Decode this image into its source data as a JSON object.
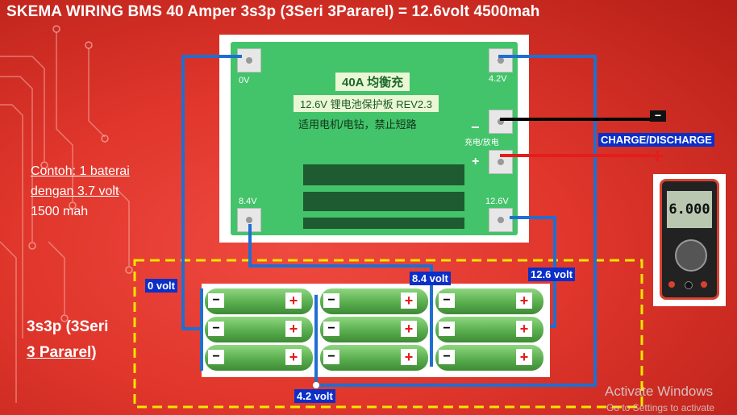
{
  "title": "SKEMA WIRING BMS 40 Amper 3s3p (3Seri 3Pararel) = 12.6volt 4500mah",
  "example": {
    "line1": "Contoh: 1 baterai",
    "line2": "dengan 3.7 volt",
    "line3": "1500 mah"
  },
  "configuration": {
    "line1": "3s3p (3Seri",
    "line2": "3 Pararel)"
  },
  "board": {
    "model_text": "40A 均衡充",
    "spec_text": "12.6V 锂电池保护板 REV2.3",
    "warning_text": "适用电机/电钻，禁止短路",
    "charge_text": "充电/放电",
    "minus_symbol": "−",
    "plus_symbol": "+",
    "pads": {
      "p0v": "0V",
      "p42v": "4.2V",
      "p84v": "8.4V",
      "p126v": "12.6V"
    }
  },
  "terminal_labels": {
    "charge_discharge": "CHARGE/DISCHARGE",
    "negative": "−",
    "positive": "+"
  },
  "voltage_labels": {
    "v0": "0 volt",
    "v42": "4.2 volt",
    "v84": "8.4 volt",
    "v126": "12.6  volt"
  },
  "battery": {
    "minus": "−",
    "plus": "+"
  },
  "multimeter": {
    "display": "6.000"
  },
  "watermark": {
    "line1": "Activate Windows",
    "line2": "Go to Settings to activate"
  },
  "colors": {
    "background": "#e0362c",
    "board": "#43c36a",
    "wire": "#1f6fd1",
    "frame": "#f5e500",
    "label_bg": "#0b2fc8",
    "positive_wire": "#e41c1c",
    "negative_wire": "#000000"
  }
}
